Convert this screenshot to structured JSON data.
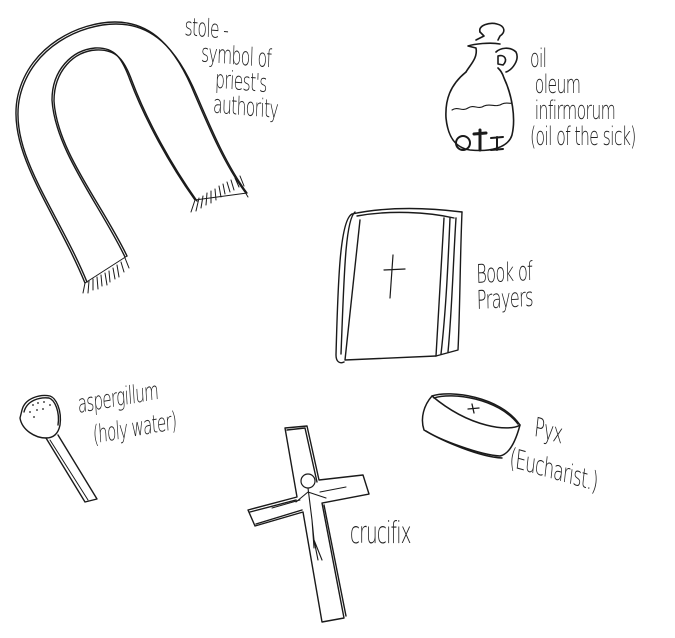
{
  "drawing": {
    "style": "hand-drawn pencil sketch",
    "background": "#ffffff",
    "ink_color": "#1a1a1a",
    "items": [
      {
        "id": "stole",
        "icon": "stole-icon",
        "lines": [
          "stole -",
          "symbol of",
          "priest's",
          "authority"
        ]
      },
      {
        "id": "oil",
        "icon": "oil-flask-icon",
        "flask_text": "OI",
        "lines": [
          "oil",
          "oleum",
          "infirmorum",
          "(oil of the sick)"
        ]
      },
      {
        "id": "book",
        "icon": "prayer-book-icon",
        "lines": [
          "Book of",
          "Prayers"
        ]
      },
      {
        "id": "aspergillum",
        "icon": "aspergillum-icon",
        "lines": [
          "aspergillum",
          "(holy water)"
        ]
      },
      {
        "id": "pyx",
        "icon": "pyx-icon",
        "lines": [
          "Pyx",
          "(Eucharist.)"
        ]
      },
      {
        "id": "crucifix",
        "icon": "crucifix-icon",
        "lines": [
          "crucifix"
        ]
      }
    ]
  },
  "labels": {
    "stole": {
      "l1": "stole -",
      "l2": "symbol of",
      "l3": "priest's",
      "l4": "authority"
    },
    "oil": {
      "l1": "oil",
      "l2": "oleum",
      "l3": "infirmorum",
      "l4": "(oil of the sick)",
      "flask_text": "OI"
    },
    "book": {
      "l1": "Book of",
      "l2": "Prayers"
    },
    "aspergillum": {
      "l1": "aspergillum",
      "l2": "(holy water)"
    },
    "pyx": {
      "l1": "Pyx",
      "l2": "(Eucharist.)"
    },
    "crucifix": {
      "l1": "crucifix"
    }
  }
}
